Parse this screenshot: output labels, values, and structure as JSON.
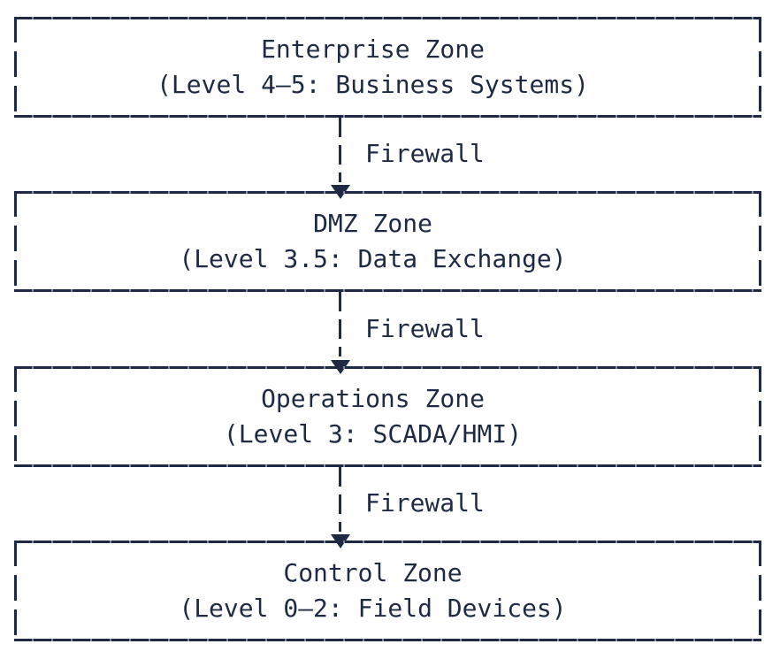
{
  "diagram": {
    "type": "ascii-architecture-diagram",
    "colors": {
      "ink": "#1e2a44",
      "background": "#ffffff",
      "border_tick": "#7d88a2"
    },
    "zones": [
      {
        "title": "Enterprise Zone",
        "subtitle": "(Level 4–5: Business Systems)"
      },
      {
        "title": "DMZ Zone",
        "subtitle": "(Level 3.5: Data Exchange)"
      },
      {
        "title": "Operations Zone",
        "subtitle": "(Level 3: SCADA/HMI)"
      },
      {
        "title": "Control Zone",
        "subtitle": "(Level 0–2: Field Devices)"
      }
    ],
    "connectors": [
      {
        "label": "Firewall",
        "arrow_icon": "▼"
      },
      {
        "label": "Firewall",
        "arrow_icon": "▼"
      },
      {
        "label": "Firewall",
        "arrow_icon": "▼"
      }
    ]
  }
}
